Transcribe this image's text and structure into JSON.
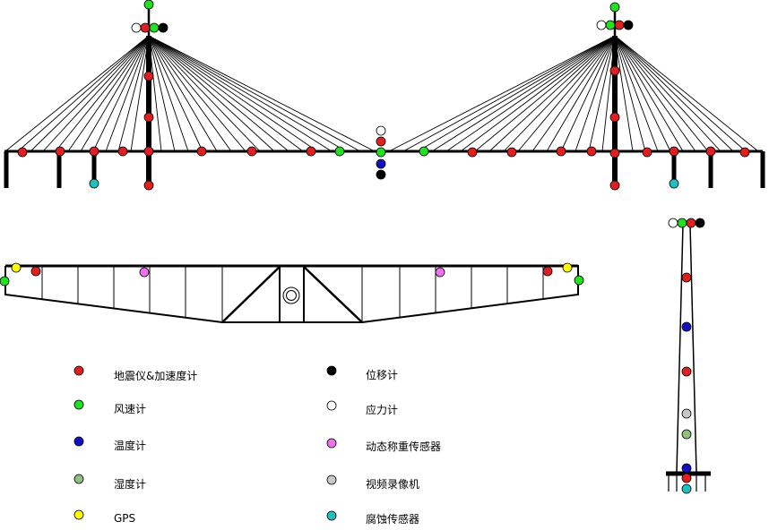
{
  "sensor_types": {
    "seismometer": {
      "label": "地震仪&加速度计",
      "color": "#e02020"
    },
    "anemometer": {
      "label": "风速计",
      "color": "#22e022"
    },
    "thermometer": {
      "label": "温度计",
      "color": "#1010c0"
    },
    "hygrometer": {
      "label": "湿度计",
      "color": "#90c080"
    },
    "gps": {
      "label": "GPS",
      "color": "#ffff00"
    },
    "displacement": {
      "label": "位移计",
      "color": "#000000"
    },
    "strain": {
      "label": "应力计",
      "color": "#ffffff"
    },
    "wim": {
      "label": "动态称重传感器",
      "color": "#f070f0"
    },
    "video": {
      "label": "视频录像机",
      "color": "#c8c8c8"
    },
    "corrosion": {
      "label": "腐蚀传感器",
      "color": "#20c0c0"
    }
  },
  "legend": {
    "left": [
      "seismometer",
      "anemometer",
      "thermometer",
      "hygrometer",
      "gps"
    ],
    "right": [
      "displacement",
      "strain",
      "wim",
      "video",
      "corrosion"
    ]
  },
  "views": {
    "elevation": {
      "sensors": [
        [
          "anemometer",
          166,
          5
        ],
        [
          "strain",
          152,
          31
        ],
        [
          "seismometer",
          162,
          31
        ],
        [
          "anemometer",
          172,
          31
        ],
        [
          "displacement",
          182,
          31
        ],
        [
          "seismometer",
          166,
          85
        ],
        [
          "seismometer",
          166,
          131
        ],
        [
          "seismometer",
          166,
          169
        ],
        [
          "seismometer",
          166,
          207
        ],
        [
          "seismometer",
          25,
          170
        ],
        [
          "seismometer",
          67,
          169
        ],
        [
          "seismometer",
          105,
          169
        ],
        [
          "seismometer",
          137,
          169
        ],
        [
          "seismometer",
          225,
          169
        ],
        [
          "seismometer",
          281,
          169
        ],
        [
          "seismometer",
          347,
          169
        ],
        [
          "anemometer",
          379,
          169
        ],
        [
          "strain",
          425,
          146
        ],
        [
          "seismometer",
          425,
          158
        ],
        [
          "anemometer",
          425,
          170
        ],
        [
          "thermometer",
          425,
          183
        ],
        [
          "displacement",
          425,
          195
        ],
        [
          "anemometer",
          473,
          169
        ],
        [
          "seismometer",
          527,
          170
        ],
        [
          "seismometer",
          571,
          170
        ],
        [
          "seismometer",
          626,
          169
        ],
        [
          "seismometer",
          660,
          169
        ],
        [
          "anemometer",
          686,
          8
        ],
        [
          "strain",
          671,
          28
        ],
        [
          "anemometer",
          681,
          28
        ],
        [
          "seismometer",
          691,
          28
        ],
        [
          "displacement",
          701,
          28
        ],
        [
          "seismometer",
          686,
          79
        ],
        [
          "seismometer",
          686,
          131
        ],
        [
          "seismometer",
          686,
          171
        ],
        [
          "seismometer",
          686,
          207
        ],
        [
          "seismometer",
          722,
          170
        ],
        [
          "seismometer",
          752,
          169
        ],
        [
          "seismometer",
          793,
          169
        ],
        [
          "seismometer",
          831,
          170
        ],
        [
          "corrosion",
          105,
          205
        ],
        [
          "corrosion",
          752,
          205
        ]
      ]
    },
    "cross_section": {
      "sensors": [
        [
          "gps",
          18,
          299
        ],
        [
          "seismometer",
          40,
          303
        ],
        [
          "anemometer",
          5,
          314
        ],
        [
          "wim",
          161,
          304
        ],
        [
          "wim",
          491,
          304
        ],
        [
          "seismometer",
          611,
          303
        ],
        [
          "gps",
          633,
          299
        ],
        [
          "anemometer",
          646,
          313
        ]
      ]
    },
    "tower": {
      "sensors": [
        [
          "strain",
          751,
          249
        ],
        [
          "anemometer",
          761,
          249
        ],
        [
          "seismometer",
          771,
          249
        ],
        [
          "displacement",
          781,
          249
        ],
        [
          "seismometer",
          766,
          310
        ],
        [
          "thermometer",
          766,
          365
        ],
        [
          "seismometer",
          766,
          415
        ],
        [
          "video",
          766,
          462
        ],
        [
          "hygrometer",
          766,
          485
        ],
        [
          "thermometer",
          766,
          523
        ],
        [
          "seismometer",
          766,
          534
        ],
        [
          "corrosion",
          766,
          546
        ]
      ]
    }
  }
}
